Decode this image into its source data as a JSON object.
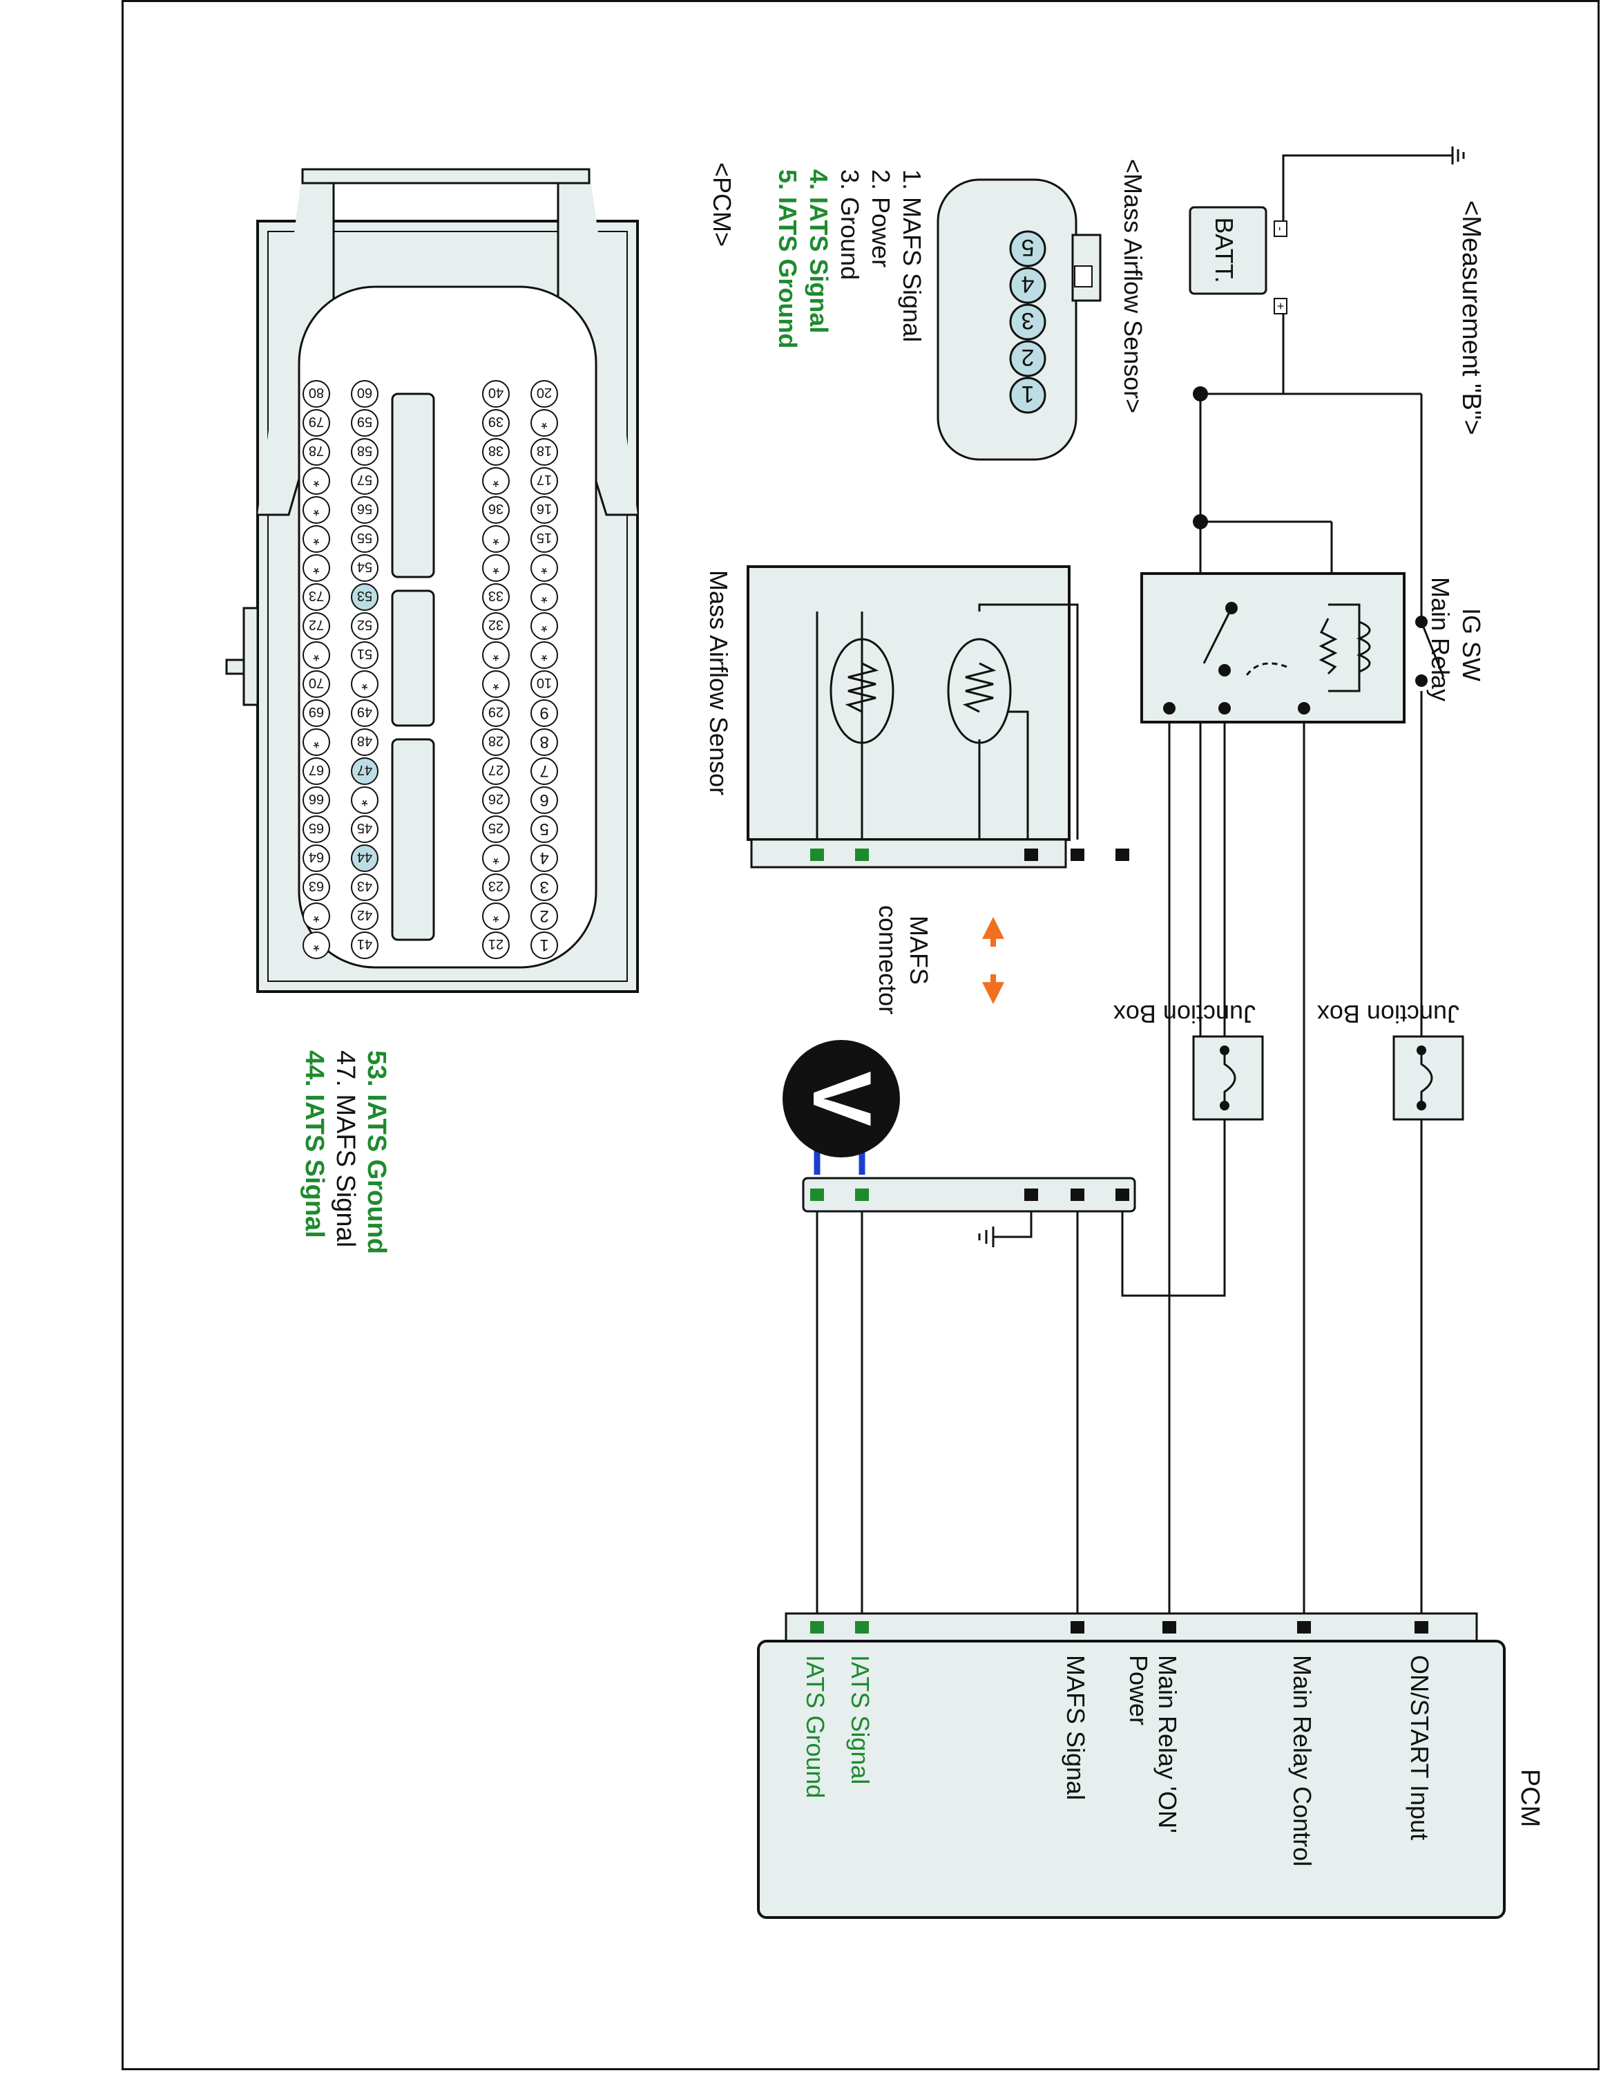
{
  "title": "<Measurement \"B\">",
  "battery": {
    "label": "BATT.",
    "minus": "-",
    "plus": "+"
  },
  "ig_switch": {
    "label": "IG SW"
  },
  "main_relay": {
    "label": "Main Relay"
  },
  "junction_box_1": {
    "label": "Junction Box"
  },
  "junction_box_2": {
    "label": "Junction Box"
  },
  "sensor_box": {
    "label": "Mass Airflow Sensor"
  },
  "mafs_connector": {
    "label_line1": "MAFS",
    "label_line2": "connector"
  },
  "voltmeter": {
    "label": "V"
  },
  "pcm_box": {
    "label": "PCM",
    "pins": [
      {
        "line1": "ON/START Input",
        "line2": "",
        "color": "#111111"
      },
      {
        "line1": "Main Relay Control",
        "line2": "",
        "color": "#111111"
      },
      {
        "line1": "Main Relay 'ON'",
        "line2": "Power",
        "color": "#111111"
      },
      {
        "line1": "MAFS Signal",
        "line2": "",
        "color": "#111111"
      },
      {
        "line1": "IATS Signal",
        "line2": "",
        "color": "#1e8a2e"
      },
      {
        "line1": "IATS Ground",
        "line2": "",
        "color": "#1e8a2e"
      }
    ]
  },
  "mafs_legend": {
    "title": "<Mass Airflow Sensor>",
    "pin_numbers": [
      "1",
      "2",
      "3",
      "4",
      "5"
    ],
    "items": [
      {
        "text": "1. MAFS Signal",
        "color": "#111111"
      },
      {
        "text": "2. Power",
        "color": "#111111"
      },
      {
        "text": "3. Ground",
        "color": "#111111"
      },
      {
        "text": "4. IATS Signal",
        "color": "#1e8a2e"
      },
      {
        "text": "5. IATS Ground",
        "color": "#1e8a2e"
      }
    ]
  },
  "pcm_legend": {
    "title": "<PCM>",
    "items": [
      {
        "text": "44. IATS Signal",
        "color": "#1e8a2e"
      },
      {
        "text": "47. MAFS Signal",
        "color": "#111111"
      },
      {
        "text": "53. IATS Ground",
        "color": "#1e8a2e"
      }
    ]
  },
  "pcm_connector_pins": {
    "row1": [
      "20",
      "*",
      "18",
      "17",
      "16",
      "15",
      "*",
      "*",
      "*",
      "*",
      "10",
      "9",
      "8",
      "7",
      "6",
      "5",
      "4",
      "3",
      "2",
      "1"
    ],
    "row2": [
      "40",
      "39",
      "38",
      "*",
      "36",
      "*",
      "*",
      "33",
      "32",
      "*",
      "*",
      "29",
      "28",
      "27",
      "26",
      "25",
      "*",
      "23",
      "*",
      "21"
    ],
    "row3": [
      "60",
      "59",
      "58",
      "57",
      "56",
      "55",
      "54",
      "53",
      "52",
      "51",
      "*",
      "49",
      "48",
      "47",
      "*",
      "45",
      "44",
      "43",
      "42",
      "41"
    ],
    "row4": [
      "80",
      "79",
      "78",
      "*",
      "*",
      "*",
      "*",
      "73",
      "72",
      "*",
      "70",
      "69",
      "*",
      "67",
      "66",
      "65",
      "64",
      "63",
      "*",
      "*"
    ],
    "highlighted": [
      "44",
      "47",
      "53"
    ]
  },
  "colors": {
    "line": "#111111",
    "panel": "#e6eeee",
    "pin_fill": "#bcdde3",
    "green": "#1e8a2e",
    "probe_blue": "#1a3fd0",
    "arrow_orange": "#f07020"
  }
}
